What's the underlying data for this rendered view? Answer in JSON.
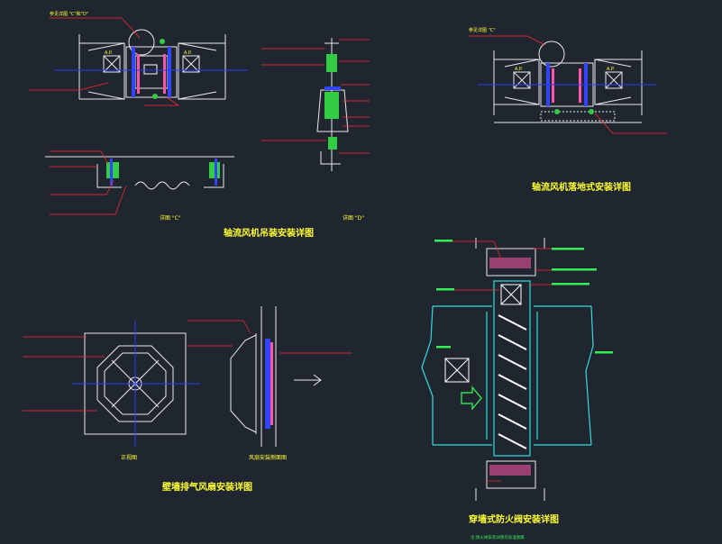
{
  "titles": {
    "axial_fan_hanging": "轴流风机吊装安装详图",
    "axial_fan_floor": "轴流风机落地式安装详图",
    "wall_exhaust_fan": "壁墙排气风扇安装详图",
    "fire_damper": "穿墙式防火阀安装详图"
  },
  "subtitles": {
    "node_c": "详图 \"C\"",
    "node_d": "详图 \"D\"",
    "front_view": "正视图",
    "side_view": "风扇安装侧面图",
    "fire_note": "注:防火阀安装详图见标准图集"
  },
  "callouts": {
    "see_detail_cd": "参见详图 \"C\"和\"D\"",
    "see_detail_c": "参见详图 \"C\""
  },
  "labels": {
    "ap": "A.P."
  },
  "colors": {
    "background": "#202630",
    "annotation": "#ffff33",
    "leader": "#ff2a2a",
    "drawing": "#e8e8e8",
    "duct": "#33dddd",
    "damper": "#ff55aa",
    "spring": "#33cc44",
    "axis": "#2a3cff",
    "arrow": "#33ff55"
  }
}
